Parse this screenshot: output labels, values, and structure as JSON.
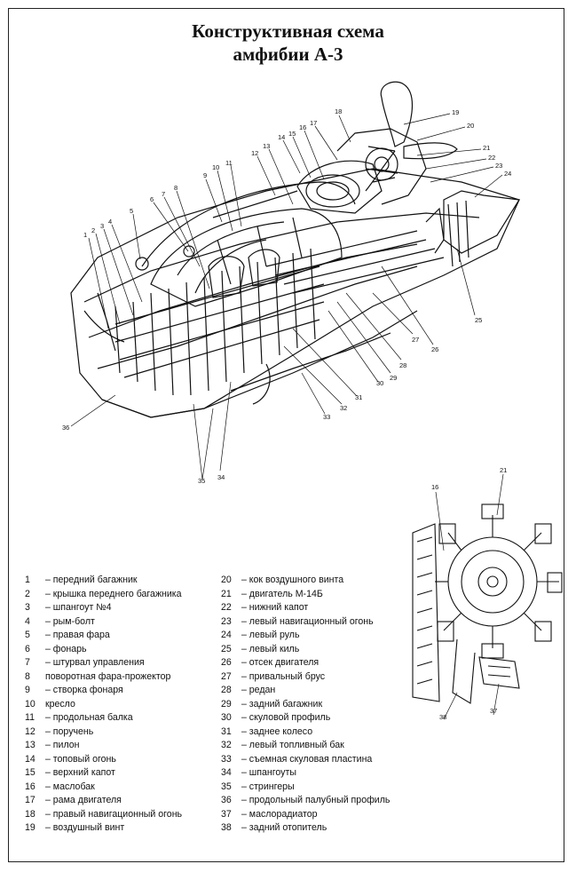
{
  "title": {
    "line1": "Конструктивная схема",
    "line2": "амфибии А-3"
  },
  "callouts": {
    "main": [
      "1",
      "2",
      "3",
      "4",
      "5",
      "6",
      "7",
      "8",
      "9",
      "10",
      "11",
      "12",
      "13",
      "14",
      "15",
      "16",
      "17",
      "18",
      "19",
      "20",
      "21",
      "22",
      "23",
      "24",
      "25",
      "26",
      "27",
      "28",
      "29",
      "30",
      "31",
      "32",
      "33",
      "34",
      "35",
      "36"
    ],
    "engine": [
      "16",
      "21",
      "37",
      "38"
    ]
  },
  "legend": {
    "left": [
      {
        "num": "1",
        "text": "– передний багажник"
      },
      {
        "num": "2",
        "text": "– крышка переднего багажника"
      },
      {
        "num": "3",
        "text": "– шпангоут №4"
      },
      {
        "num": "4",
        "text": "– рым-болт"
      },
      {
        "num": "5",
        "text": "– правая фара"
      },
      {
        "num": "6",
        "text": "– фонарь"
      },
      {
        "num": "7",
        "text": "– штурвал управления"
      },
      {
        "num": "8",
        "text": "поворотная фара-прожектор"
      },
      {
        "num": "9",
        "text": "– створка фонаря"
      },
      {
        "num": "10",
        "text": "кресло"
      },
      {
        "num": "11",
        "text": "– продольная балка"
      },
      {
        "num": "12",
        "text": "– поручень"
      },
      {
        "num": "13",
        "text": "– пилон"
      },
      {
        "num": "14",
        "text": "– топовый огонь"
      },
      {
        "num": "15",
        "text": "– верхний капот"
      },
      {
        "num": "16",
        "text": "– маслобак"
      },
      {
        "num": "17",
        "text": "– рама двигателя"
      },
      {
        "num": "18",
        "text": "– правый навигационный огонь"
      },
      {
        "num": "19",
        "text": "– воздушный винт"
      }
    ],
    "right": [
      {
        "num": "20",
        "text": "– кок воздушного винта"
      },
      {
        "num": "21",
        "text": "– двигатель М-14Б"
      },
      {
        "num": "22",
        "text": "– нижний капот"
      },
      {
        "num": "23",
        "text": "– левый навигационный огонь"
      },
      {
        "num": "24",
        "text": "– левый руль"
      },
      {
        "num": "25",
        "text": "– левый киль"
      },
      {
        "num": "26",
        "text": "– отсек двигателя"
      },
      {
        "num": "27",
        "text": "– привальный брус"
      },
      {
        "num": "28",
        "text": "– редан"
      },
      {
        "num": "29",
        "text": "– задний багажник"
      },
      {
        "num": "30",
        "text": "– скуловой профиль"
      },
      {
        "num": "31",
        "text": "– заднее колесо"
      },
      {
        "num": "32",
        "text": "– левый топливный бак"
      },
      {
        "num": "33",
        "text": "– съемная скуловая пластина"
      },
      {
        "num": "34",
        "text": "– шпангоуты"
      },
      {
        "num": "35",
        "text": "– стрингеры"
      },
      {
        "num": "36",
        "text": "– продольный палубный профиль"
      },
      {
        "num": "37",
        "text": "– маслорадиатор"
      },
      {
        "num": "38",
        "text": "– задний отопитель"
      }
    ]
  }
}
